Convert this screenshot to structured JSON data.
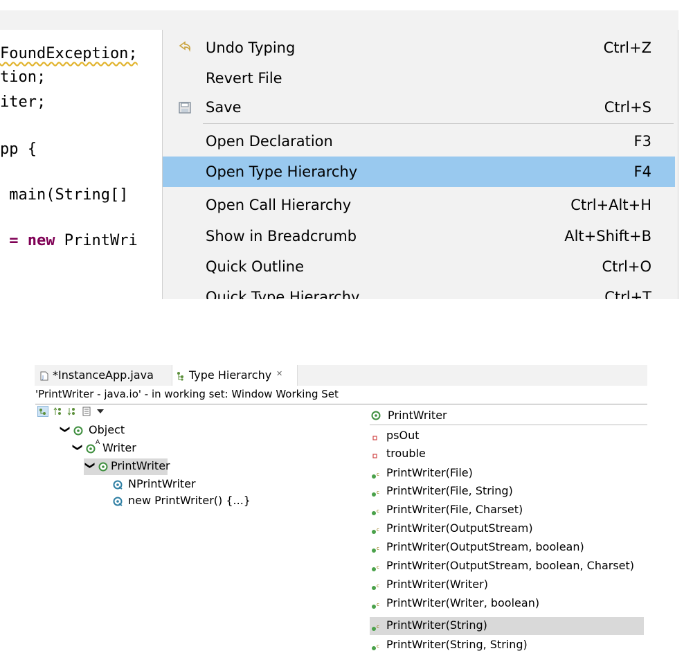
{
  "editor": {
    "lines": [
      {
        "text": "FoundException;",
        "keyword": ""
      },
      {
        "text": "tion;",
        "keyword": ""
      },
      {
        "text": "iter;",
        "keyword": ""
      },
      {
        "text": "pp {",
        "keyword": ""
      },
      {
        "text": " main(String[]",
        "keyword": ""
      },
      {
        "text": " PrintWri",
        "keyword": " = new"
      }
    ]
  },
  "context_menu": {
    "items": [
      {
        "label": "Undo Typing",
        "accel": "Ctrl+Z",
        "icon": "undo-icon"
      },
      {
        "label": "Revert File",
        "accel": "",
        "icon": ""
      },
      {
        "label": "Save",
        "accel": "Ctrl+S",
        "icon": "save-icon"
      },
      {
        "label": "Open Declaration",
        "accel": "F3",
        "icon": ""
      },
      {
        "label": "Open Type Hierarchy",
        "accel": "F4",
        "icon": "",
        "selected": true
      },
      {
        "label": "Open Call Hierarchy",
        "accel": "Ctrl+Alt+H",
        "icon": ""
      },
      {
        "label": "Show in Breadcrumb",
        "accel": "Alt+Shift+B",
        "icon": ""
      },
      {
        "label": "Quick Outline",
        "accel": "Ctrl+O",
        "icon": ""
      },
      {
        "label": "Quick Type Hierarchy",
        "accel": "Ctrl+T",
        "icon": ""
      }
    ],
    "colors": {
      "background": "#f2f2f2",
      "selection": "#99c9ef"
    }
  },
  "tabs": [
    {
      "label": "*InstanceApp.java",
      "icon": "java-file-icon"
    },
    {
      "label": "Type Hierarchy",
      "icon": "type-hierarchy-icon",
      "close_glyph": "✕",
      "active": true
    }
  ],
  "hierarchy": {
    "description": "'PrintWriter - java.io' - in working set: Window Working Set",
    "toolbar": [
      "show-type-hierarchy-icon",
      "show-supertype-hierarchy-icon",
      "show-subtype-hierarchy-icon",
      "history-icon",
      "view-menu-icon"
    ],
    "tree": [
      {
        "label": "Object",
        "expanded": true,
        "icon": "class-icon"
      },
      {
        "label": "Writer",
        "expanded": true,
        "icon": "abstract-class-icon"
      },
      {
        "label": "PrintWriter",
        "expanded": true,
        "icon": "class-icon",
        "selected": true
      },
      {
        "label": "NPrintWriter",
        "expanded": false,
        "icon": "subclass-icon"
      },
      {
        "label": "new PrintWriter() {...}",
        "expanded": false,
        "icon": "anonymous-class-icon"
      }
    ]
  },
  "members": {
    "header": "PrintWriter",
    "items": [
      {
        "label": "psOut",
        "kind": "field"
      },
      {
        "label": "trouble",
        "kind": "field"
      },
      {
        "label": "PrintWriter(File)",
        "kind": "constructor"
      },
      {
        "label": "PrintWriter(File, String)",
        "kind": "constructor"
      },
      {
        "label": "PrintWriter(File, Charset)",
        "kind": "constructor"
      },
      {
        "label": "PrintWriter(OutputStream)",
        "kind": "constructor"
      },
      {
        "label": "PrintWriter(OutputStream, boolean)",
        "kind": "constructor"
      },
      {
        "label": "PrintWriter(OutputStream, boolean, Charset)",
        "kind": "constructor"
      },
      {
        "label": "PrintWriter(Writer)",
        "kind": "constructor"
      },
      {
        "label": "PrintWriter(Writer, boolean)",
        "kind": "constructor"
      },
      {
        "label": "PrintWriter(String)",
        "kind": "constructor",
        "selected": true
      },
      {
        "label": "PrintWriter(String, String)",
        "kind": "constructor"
      }
    ]
  }
}
